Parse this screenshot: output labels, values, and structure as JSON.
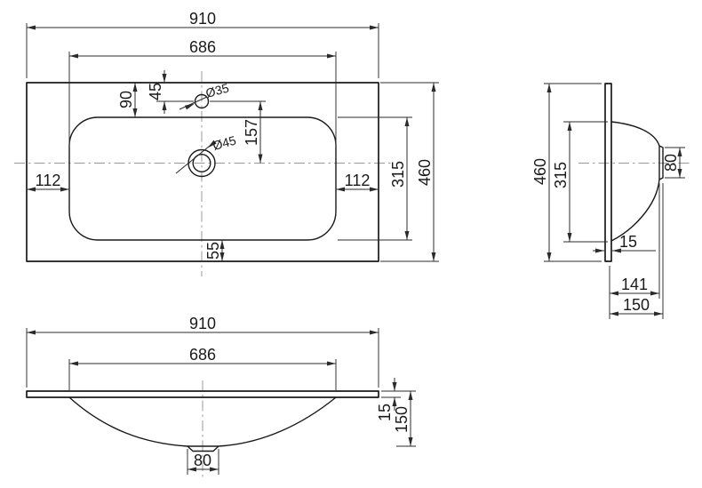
{
  "drawing": {
    "type": "washbasin-dimension-drawing",
    "colors": {
      "outline": "#1a1a1a",
      "dimension": "#2b2b2b",
      "centerline": "#999999",
      "background": "#ffffff"
    },
    "views": {
      "top": {
        "overall_width": "910",
        "basin_width": "686",
        "rim_back": "90",
        "faucet_offset": "45",
        "faucet_hole": "Ø35",
        "faucet_to_drain": "157",
        "margin_left": "112",
        "margin_right": "112",
        "drain_hole": "Ø45",
        "basin_depth": "315",
        "overall_depth": "460",
        "rim_front": "55"
      },
      "side": {
        "overall_depth": "460",
        "basin_depth": "315",
        "overflow_height": "80",
        "panel_thickness": "15",
        "bowl_depth": "141",
        "overall_height": "150"
      },
      "front": {
        "overall_width": "910",
        "basin_width": "686",
        "slab_thickness": "15",
        "overall_height": "150",
        "drain_width": "80"
      }
    }
  }
}
